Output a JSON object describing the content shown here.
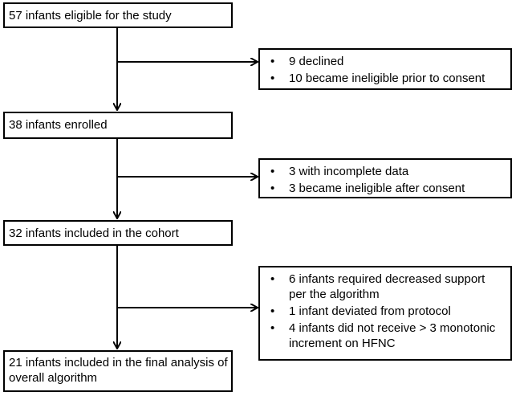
{
  "main_boxes": {
    "eligible": "57 infants eligible for the study",
    "enrolled": "38 infants enrolled",
    "cohort": "32 infants included in the cohort",
    "final": "21 infants included in the final analysis of overall algorithm"
  },
  "exclusions": {
    "after_eligible": [
      "9 declined",
      "10 became ineligible prior to consent"
    ],
    "after_enrolled": [
      "3 with incomplete data",
      "3 became ineligible after consent"
    ],
    "after_cohort": [
      "6 infants required decreased support per the algorithm",
      "1 infant deviated from protocol",
      "4 infants did not receive > 3 monotonic increment on HFNC"
    ]
  },
  "bullet_char": "•"
}
